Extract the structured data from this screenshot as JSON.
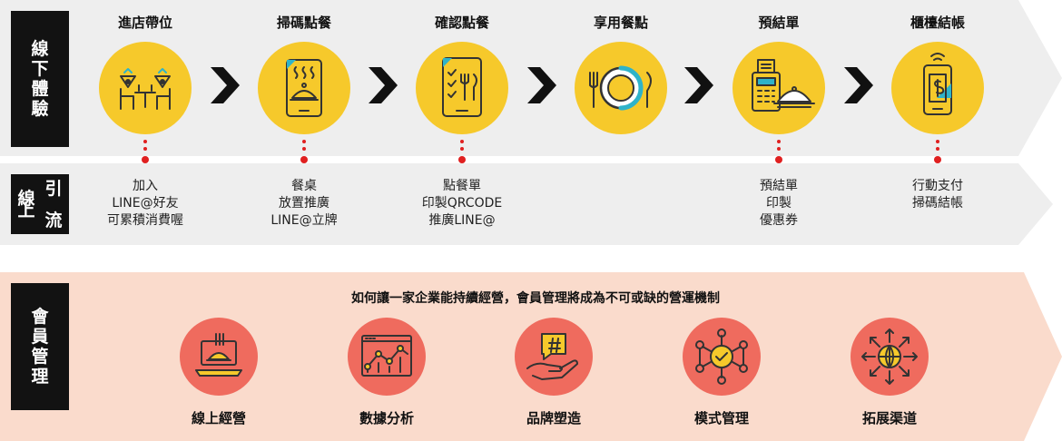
{
  "colors": {
    "band_grey": "#eeeeee",
    "band_peach": "#fadbcc",
    "stage_circle": "#f6c92b",
    "mgmt_circle": "#ef6b5e",
    "dots": "#e02020",
    "side_label_bg": "#121212"
  },
  "offline": {
    "side_label": [
      "線",
      "下",
      "體",
      "驗"
    ],
    "stages": [
      {
        "title": "進店帶位",
        "icon": "couple-dining-icon"
      },
      {
        "title": "掃碼點餐",
        "icon": "phone-cloche-icon"
      },
      {
        "title": "確認點餐",
        "icon": "phone-order-icon"
      },
      {
        "title": "享用餐點",
        "icon": "plate-cutlery-icon"
      },
      {
        "title": "預結單",
        "icon": "register-cloche-icon"
      },
      {
        "title": "櫃檯結帳",
        "icon": "phone-payment-icon"
      }
    ]
  },
  "online": {
    "side_label": [
      "線",
      "引",
      "上",
      "流"
    ],
    "descriptions": [
      [
        "加入",
        "LINE@好友",
        "可累積消費喔"
      ],
      [
        "餐桌",
        "放置推廣",
        "LINE@立牌"
      ],
      [
        "點餐單",
        "印製QRCODE",
        "推廣LINE@"
      ],
      [],
      [
        "預結單",
        "印製",
        "優惠券"
      ],
      [
        "行動支付",
        "掃碼結帳"
      ]
    ]
  },
  "management": {
    "side_label": [
      "會",
      "員",
      "管",
      "理"
    ],
    "headline": "如何讓一家企業能持續經營，會員管理將成為不可或缺的營運機制",
    "items": [
      {
        "label": "線上經營",
        "icon": "laptop-dining-icon"
      },
      {
        "label": "數據分析",
        "icon": "analytics-chart-icon"
      },
      {
        "label": "品牌塑造",
        "icon": "hand-hashtag-icon"
      },
      {
        "label": "模式管理",
        "icon": "network-check-icon"
      },
      {
        "label": "拓展渠道",
        "icon": "globe-expand-icon"
      }
    ]
  }
}
